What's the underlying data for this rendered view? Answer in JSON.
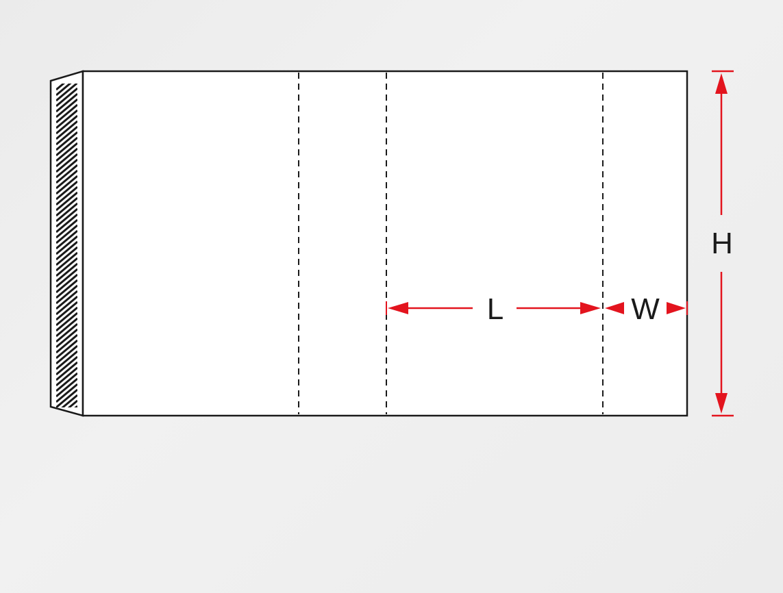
{
  "labels": {
    "length": "L",
    "width": "W",
    "height": "H"
  },
  "colors": {
    "outline": "#1a1a1a",
    "dimension": "#e3141e",
    "panel": "#ffffff"
  }
}
